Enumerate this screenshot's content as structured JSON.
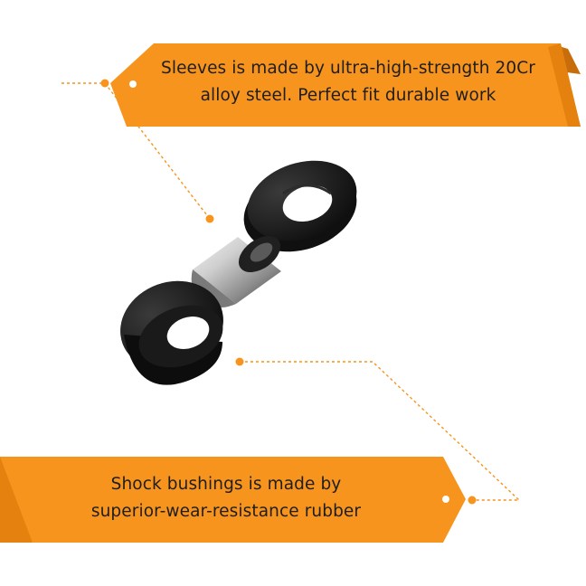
{
  "callouts": {
    "sleeves": {
      "line1": "Sleeves is made by ultra-high-strength 20Cr",
      "line2": "alloy steel. Perfect fit durable work"
    },
    "bushings": {
      "line1": "Shock bushings is made by",
      "line2": "superior-wear-resistance rubber"
    }
  },
  "colors": {
    "banner": "#f7941d",
    "banner_shadow": "#c86d0c",
    "leader": "#f7941d",
    "rubber": "#151515",
    "steel": "#b9b9b9",
    "text": "#1e1e1e"
  }
}
